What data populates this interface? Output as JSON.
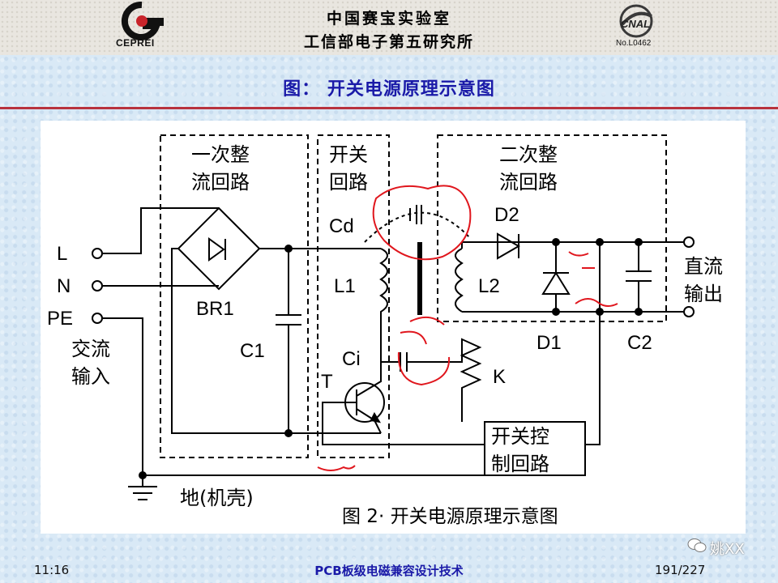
{
  "header": {
    "logo_left_text": "CEPREI",
    "org_line1": "中国赛宝实验室",
    "org_line2": "工信部电子第五研究所",
    "logo_right_text": "No.L0462"
  },
  "slide": {
    "title": "图： 开关电源原理示意图"
  },
  "diagram": {
    "blocks": {
      "primary_rectifier_line1": "一次整",
      "primary_rectifier_line2": "流回路",
      "switch_line1": "开关",
      "switch_line2": "回路",
      "secondary_rectifier_line1": "二次整",
      "secondary_rectifier_line2": "流回路",
      "switch_control_line1": "开关控",
      "switch_control_line2": "制回路"
    },
    "terminals": {
      "L": "L",
      "N": "N",
      "PE": "PE",
      "ac_input_line1": "交流",
      "ac_input_line2": "输入",
      "dc_output_line1": "直流",
      "dc_output_line2": "输出",
      "ground": "地(机壳)"
    },
    "components": {
      "BR1": "BR1",
      "C1": "C1",
      "Cd": "Cd",
      "L1": "L1",
      "Ci": "Ci",
      "T": "T",
      "L2": "L2",
      "D2": "D2",
      "D1": "D1",
      "C2": "C2",
      "K": "K"
    },
    "caption": "图 2· 开关电源原理示意图"
  },
  "footer": {
    "time": "11:16",
    "course": "PCB板级电磁兼容设计技术",
    "page": "191/227"
  },
  "watermark": {
    "text": "姚XX"
  }
}
